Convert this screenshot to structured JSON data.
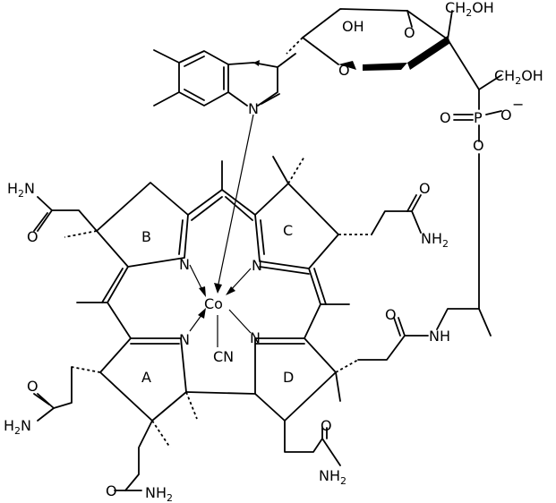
{
  "rings": {
    "A": "A",
    "B": "B",
    "C": "C",
    "D": "D"
  },
  "center_atom": "Co",
  "cyanide": "CN",
  "atoms": {
    "n": "N",
    "o": "O",
    "p": "P",
    "oh": "OH",
    "nh": "NH",
    "nh2": "NH",
    "h2n": "H",
    "ch2oh_c": "CH",
    "ch2oh_sub": "2",
    "ch2oh_oh": "OH",
    "minus": "−",
    "two": "2"
  },
  "colors": {
    "ink": "#000000",
    "background": "#ffffff"
  }
}
